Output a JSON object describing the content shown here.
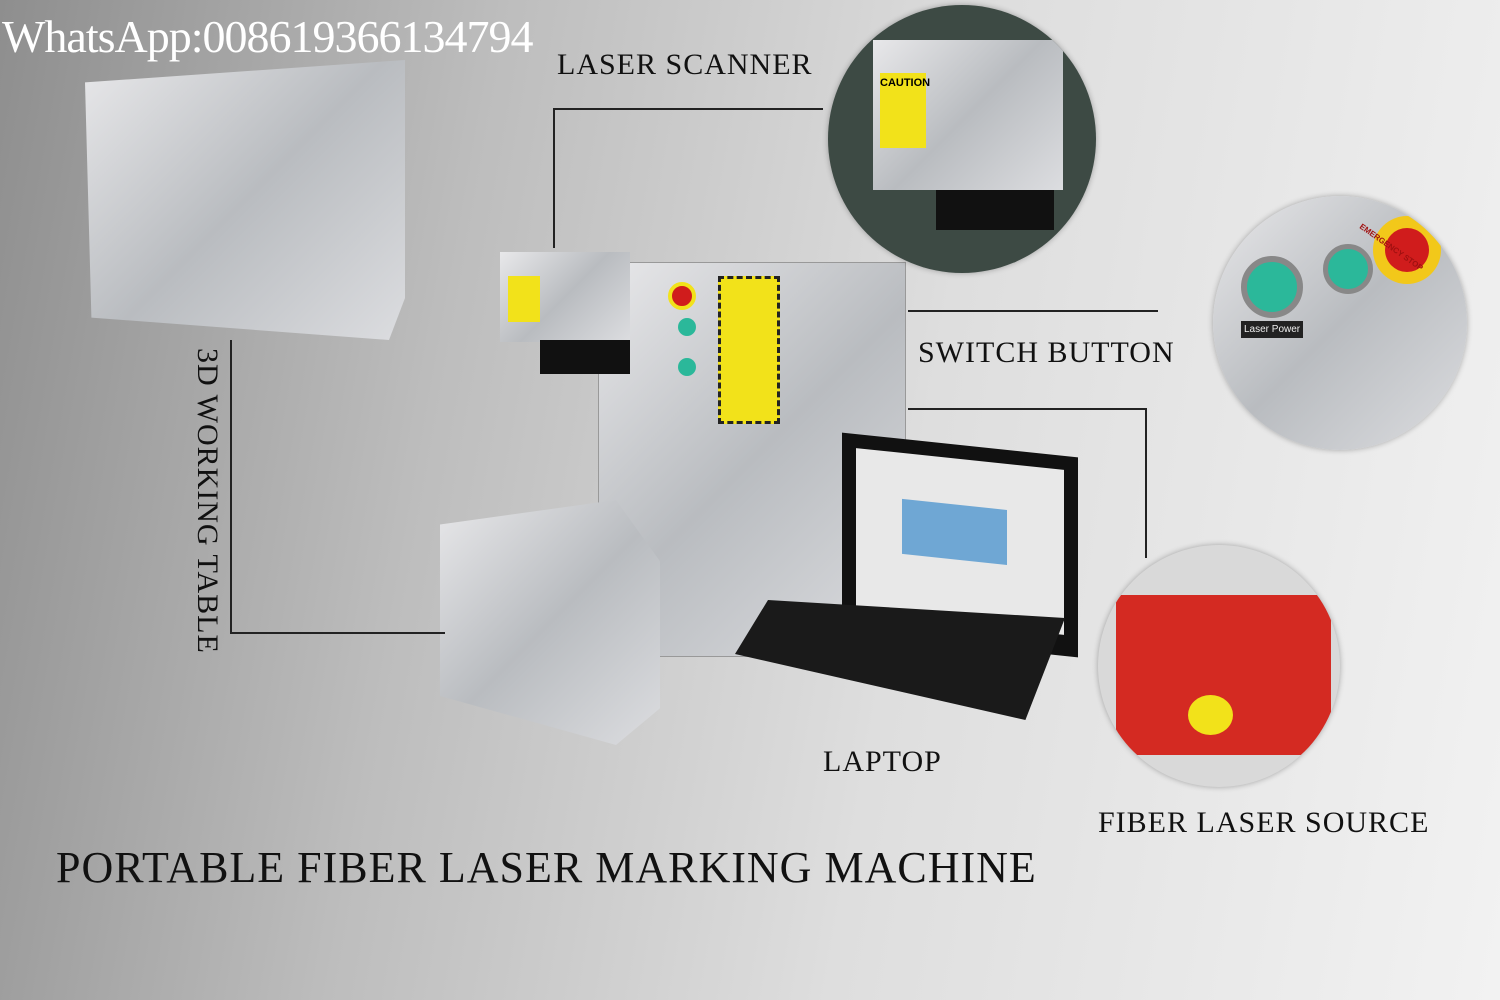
{
  "watermark": "WhatsApp:008619366134794",
  "labels": {
    "laser_scanner": "LASER SCANNER",
    "switch_button": "SWITCH BUTTON",
    "working_table": "3D WORKING TABLE",
    "laptop": "LAPTOP",
    "fiber_source": "FIBER LASER SOURCE",
    "title": "PORTABLE FIBER LASER MARKING MACHINE"
  },
  "photo_text": {
    "caution": "CAUTION",
    "laser_power": "Laser Power",
    "emergency": "EMERGENCY STOP"
  },
  "colors": {
    "caution_yellow": "#f2e21a",
    "button_green": "#2bb89a",
    "stop_red": "#d01c1c",
    "source_red": "#d42a22"
  }
}
